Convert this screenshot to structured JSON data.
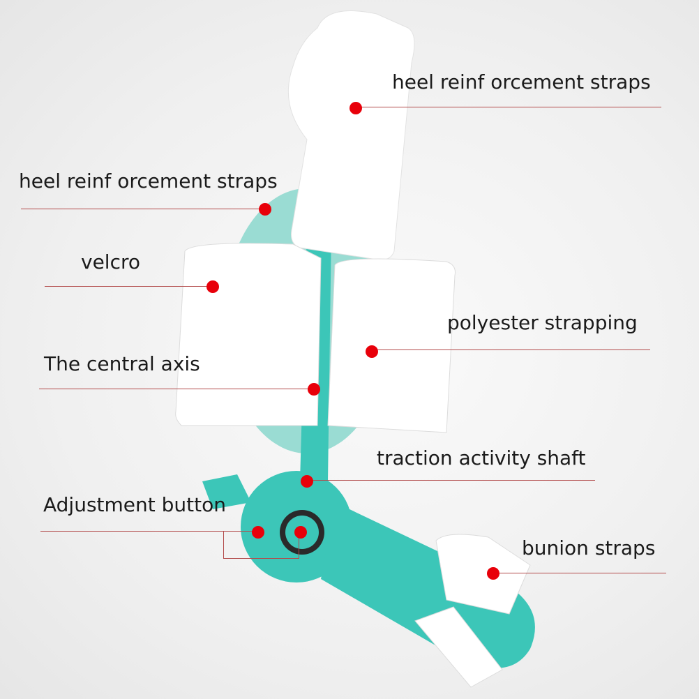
{
  "labels": {
    "top_heel_straps": "heel reinf orcement straps",
    "left_heel_straps": "heel reinf orcement straps",
    "velcro": "velcro",
    "polyester": "polyester strapping",
    "central_axis": "The central axis",
    "traction_shaft": "traction activity shaft",
    "adjustment_button": "Adjustment button",
    "bunion_straps": "bunion straps"
  },
  "colors": {
    "teal": "#3cc6b8",
    "strap": "#ffffff",
    "dot": "#e8000a",
    "leader": "#b24a4a"
  }
}
